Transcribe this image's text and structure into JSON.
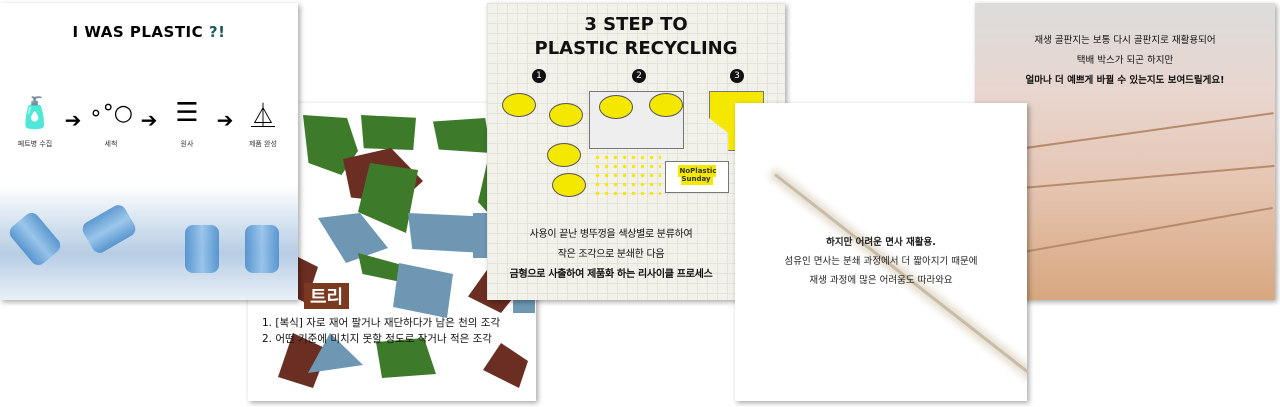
{
  "card1": {
    "title": "I WAS PLASTIC",
    "title_mark": "?!",
    "steps": [
      {
        "icon": "bottle-icon",
        "label": "페트병 수집"
      },
      {
        "icon": "bubbles-icon",
        "label": "세척"
      },
      {
        "icon": "spool-icon",
        "label": "원사"
      },
      {
        "icon": "product-icon",
        "label": "제품 완성"
      }
    ]
  },
  "card2": {
    "tag": "트리",
    "lines": [
      "1. [복식] 자로 재어 팔거나 재단하다가 남은 천의 조각",
      "2. 어떤 기준에 미치지 못할 정도로 작거나 적은 조각"
    ]
  },
  "card3": {
    "title_line1": "3 STEP TO",
    "title_line2": "PLASTIC RECYCLING",
    "numbers": [
      "1",
      "2",
      "3"
    ],
    "badge": "NoPlastic Sunday",
    "lines": [
      "사용이 끝난 병뚜껑을 색상별로 분류하여",
      "작은 조각으로 분쇄한 다음",
      "금형으로 사출하여 제품화 하는 리사이클 프로세스"
    ],
    "accent": "#f5e800"
  },
  "card4": {
    "lines": [
      "하지만 어려운 면사 재활용.",
      "섬유인 면사는 분쇄 과정에서 더 짧아지기 때문에",
      "재생 과정에 많은 어려움도 따라와요"
    ]
  },
  "card5": {
    "lines": [
      "재생 골판지는 보통 다시 골판지로 재활용되어",
      "택배 박스가 되곤 하지만",
      "얼마나 더 예쁘게 바뀔 수 있는지도 보여드릴게요!"
    ]
  }
}
